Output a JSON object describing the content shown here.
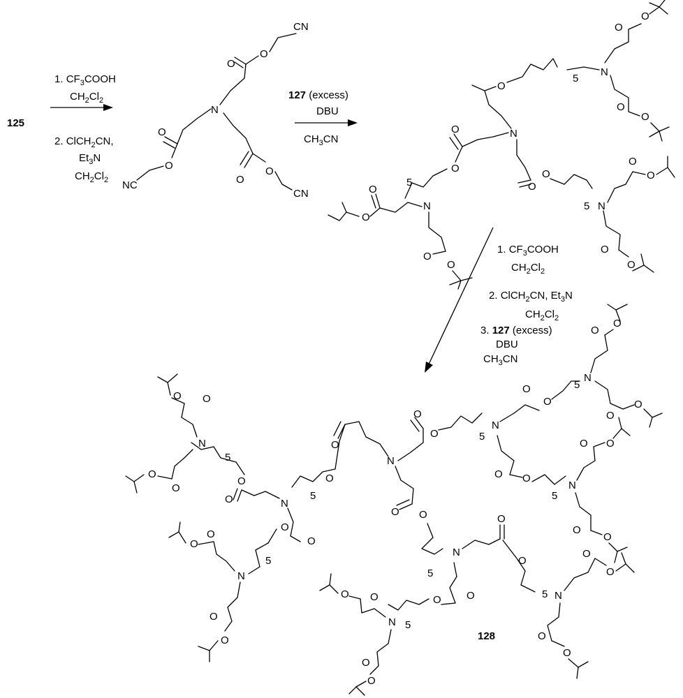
{
  "scheme": {
    "start_compound": "125",
    "step1": {
      "line1": {
        "num": "1. ",
        "main": "CF",
        "sub": "3",
        "rest": "COOH"
      },
      "line2": {
        "a": "CH",
        "s1": "2",
        "b": "Cl",
        "s2": "2"
      },
      "line3": {
        "num": "2. ",
        "text": "ClCH",
        "s1": "2",
        "rest": "CN,"
      },
      "line4": {
        "a": "Et",
        "s1": "3",
        "b": "N"
      },
      "line5": {
        "a": "CH",
        "s1": "2",
        "b": "Cl",
        "s2": "2"
      }
    },
    "step2": {
      "reagent_bold": "127",
      "reagent_rest": " (excess)",
      "line2": "DBU",
      "line3": {
        "a": "CH",
        "s1": "3",
        "b": "CN"
      }
    },
    "step3": {
      "line1": {
        "num": "1. ",
        "main": "CF",
        "sub": "3",
        "rest": "COOH"
      },
      "line2": {
        "a": "CH",
        "s1": "2",
        "b": "Cl",
        "s2": "2"
      },
      "line3": {
        "num": "2. ",
        "a": "ClCH",
        "s1": "2",
        "b": "CN, Et",
        "s2": "3",
        "c": "N"
      },
      "line4": {
        "a": "CH",
        "s1": "2",
        "b": "Cl",
        "s2": "2"
      },
      "line5": {
        "num": "3. ",
        "bold": "127",
        "rest": " (excess)"
      },
      "line6": "DBU",
      "line7": {
        "a": "CH",
        "s1": "3",
        "b": "CN"
      }
    },
    "product_label": "128",
    "atom_labels": {
      "N": "N",
      "O": "O",
      "CN": "CN",
      "NC": "NC",
      "repeat": "5"
    }
  }
}
